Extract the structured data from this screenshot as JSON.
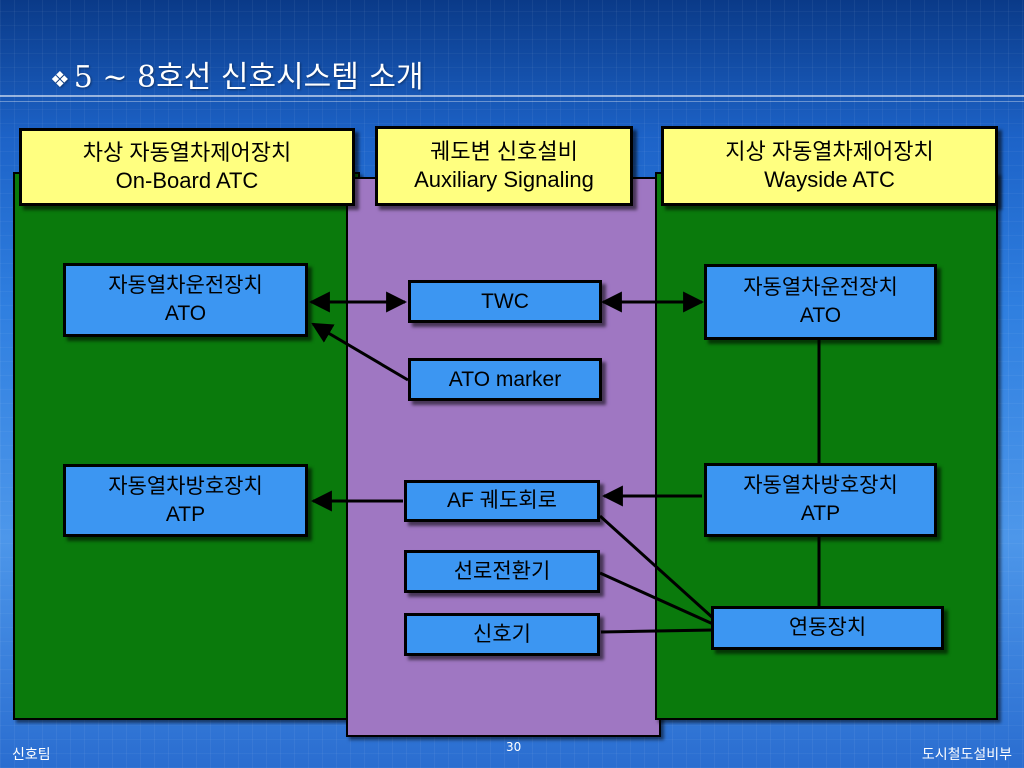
{
  "slide": {
    "bullet": "❖",
    "title": "5 ~ 8호선 신호시스템 소개",
    "page_number": "30",
    "footer_left": "신호팀",
    "footer_right": "도시철도설비부"
  },
  "columns": {
    "onboard": {
      "line1": "차상 자동열차제어장치",
      "line2": "On-Board ATC"
    },
    "auxiliary": {
      "line1": "궤도변 신호설비",
      "line2": "Auxiliary Signaling"
    },
    "wayside": {
      "line1": "지상 자동열차제어장치",
      "line2": "Wayside ATC"
    }
  },
  "nodes": {
    "onboard_ato": {
      "line1": "자동열차운전장치",
      "line2": "ATO"
    },
    "onboard_atp": {
      "line1": "자동열차방호장치",
      "line2": "ATP"
    },
    "twc": {
      "label": "TWC"
    },
    "ato_marker": {
      "label": "ATO marker"
    },
    "af_track": {
      "label": "AF 궤도회로"
    },
    "switch": {
      "label": "선로전환기"
    },
    "signal": {
      "label": "신호기"
    },
    "wayside_ato": {
      "line1": "자동열차운전장치",
      "line2": "ATO"
    },
    "wayside_atp": {
      "line1": "자동열차방호장치",
      "line2": "ATP"
    },
    "interlocking": {
      "label": "연동장치"
    }
  },
  "colors": {
    "panel_green": "#0a7a0c",
    "panel_purple": "#9f77c2",
    "header_yellow": "#ffff80",
    "node_blue": "#3c96f2"
  }
}
